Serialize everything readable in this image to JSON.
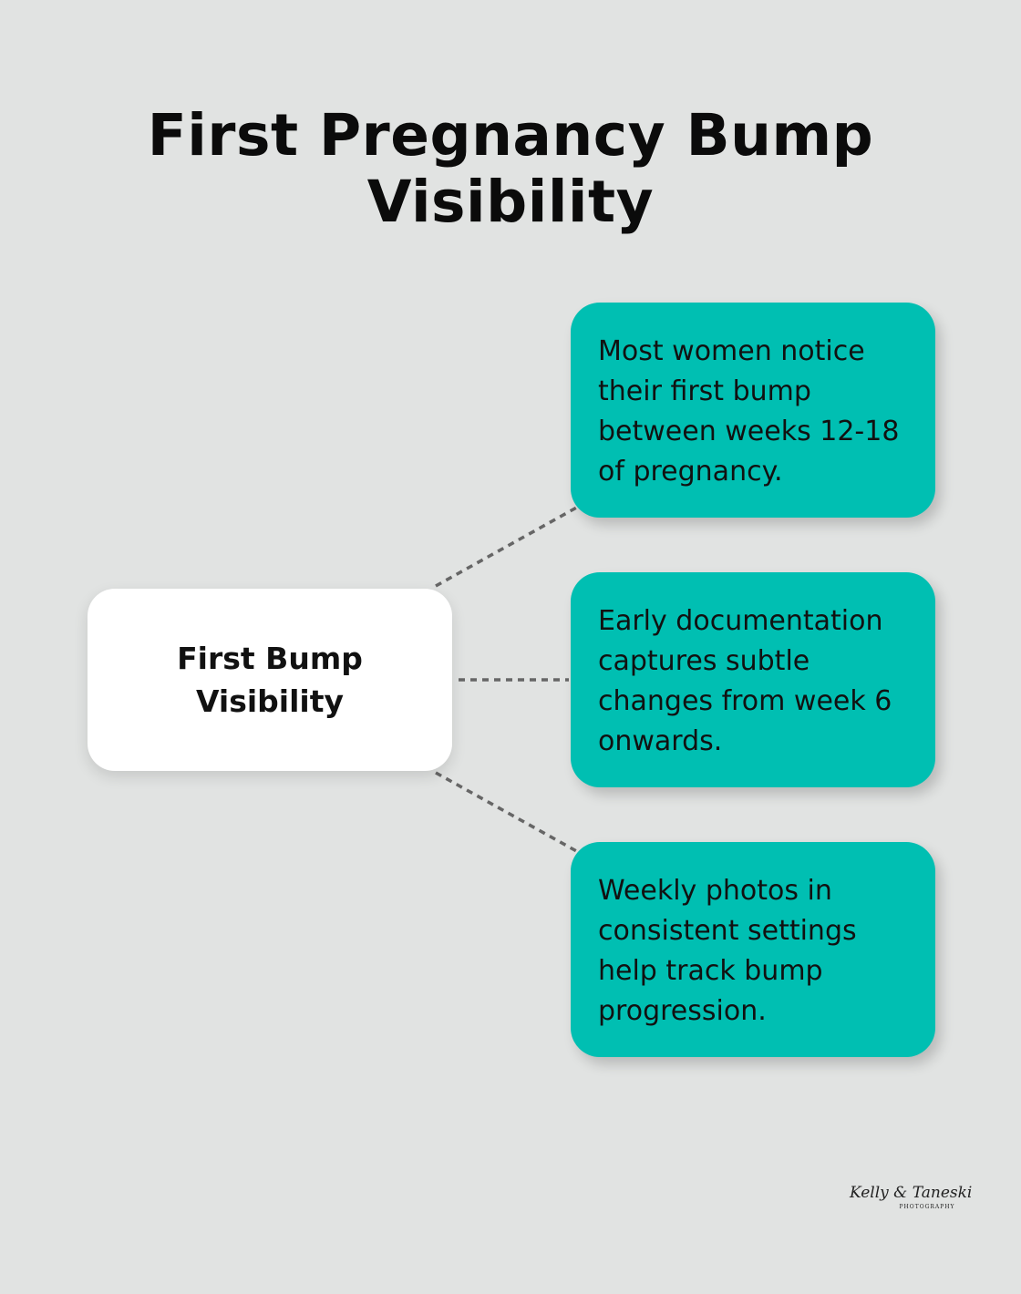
{
  "title": "First Pregnancy Bump Visibility",
  "center_node": {
    "label": "First Bump Visibility"
  },
  "branches": [
    {
      "text": "Most women notice their first bump between weeks 12-18 of pregnancy."
    },
    {
      "text": "Early documentation captures subtle changes from week 6 onwards."
    },
    {
      "text": "Weekly photos in consistent settings help track bump progression."
    }
  ],
  "colors": {
    "background": "#e1e3e2",
    "card": "#00bfb2",
    "center": "#ffffff",
    "connector": "#666666"
  },
  "logo": {
    "name": "Kelly & Taneski",
    "sub": "PHOTOGRAPHY"
  }
}
